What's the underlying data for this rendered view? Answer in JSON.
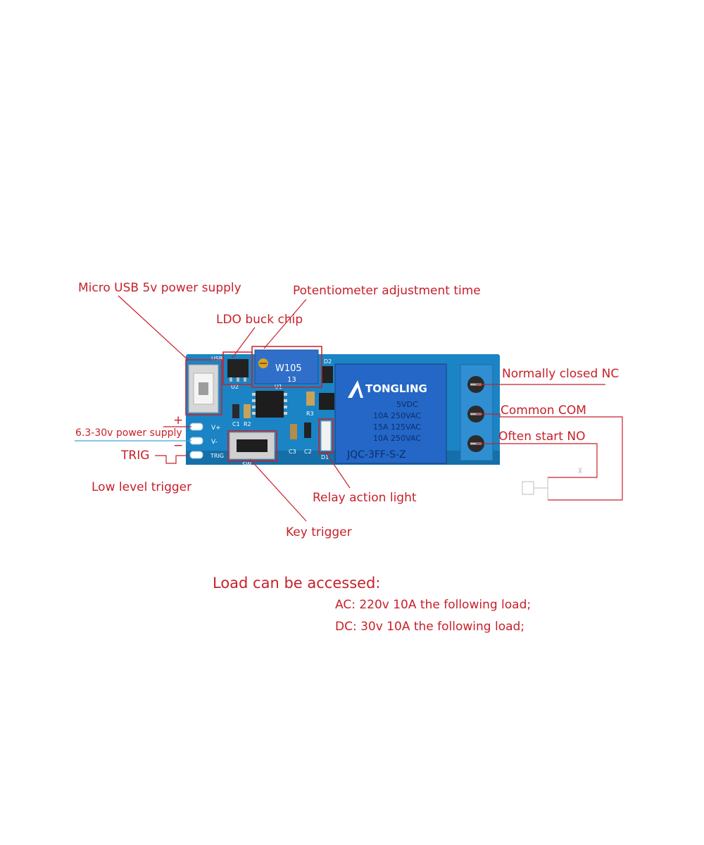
{
  "labels": {
    "usb": "Micro USB 5v power supply",
    "pot": "Potentiometer adjustment time",
    "ldo": "LDO buck chip",
    "nc": "Normally closed NC",
    "com": "Common COM",
    "no": "Often start NO",
    "power": "6.3-30v power supply",
    "trig": "TRIG",
    "low_level": "Low level trigger",
    "relay_light": "Relay action light",
    "key": "Key trigger",
    "plus": "+",
    "minus": "−"
  },
  "load": {
    "heading": "Load can be accessed:",
    "ac": "AC: 220v 10A the following load;",
    "dc": "DC: 30v 10A the following load;"
  },
  "board": {
    "silk_usb": "USB",
    "silk_vplus": "V+",
    "silk_vminus": "V-",
    "silk_trig": "TRIG",
    "silk_u2": "U2",
    "silk_u1": "U1",
    "silk_d2": "D2",
    "silk_r3": "R3",
    "silk_c1": "C1",
    "silk_r2": "R2",
    "silk_c3": "C3",
    "silk_c2": "C2",
    "silk_d1": "D1",
    "silk_sw": "SW",
    "pot_marking": "W105",
    "pot_sub": "13",
    "relay_brand": "TONGLING",
    "relay_l1": "5VDC",
    "relay_l2": "10A 250VAC",
    "relay_l3": "15A 125VAC",
    "relay_l4": "10A 250VAC",
    "relay_model": "JQC-3FF-S-Z",
    "colors": {
      "pcb": "#1a84c4",
      "relay": "#2467c6",
      "terminal": "#2f8fd2",
      "annotation": "#c8202a"
    }
  }
}
